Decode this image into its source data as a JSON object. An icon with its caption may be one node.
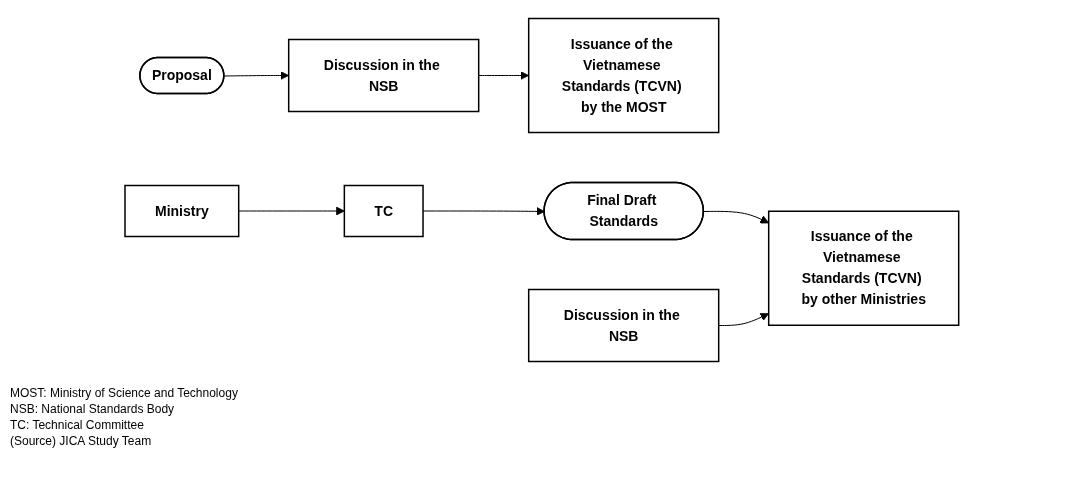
{
  "diagram": {
    "caption": "(Source) JICA Study Team",
    "nodes": [
      {
        "text": [
          "Proposal"
        ]
      },
      {
        "text": [
          "Discussion in the NSB"
        ]
      },
      {
        "text": [
          "Issuance of the Vietnamese Standards (TCVN) by the MOST"
        ]
      },
      {
        "text": [
          "Ministry"
        ]
      },
      {
        "text": [
          "TC"
        ]
      },
      {
        "text": [
          "Final Draft Standards"
        ]
      },
      {
        "text": [
          "Issuance of the Vietnamese Standards (TCVN) by other Ministries"
        ]
      },
      {
        "text": [
          "Discussion in the NSB"
        ]
      }
    ],
    "edges": [
      {
        "from": 0,
        "to": 1,
        "arrow": "to"
      },
      {
        "from": 1,
        "to": 2,
        "arrow": "to"
      },
      {
        "from": 3,
        "to": 4,
        "arrow": "to"
      },
      {
        "from": 4,
        "to": 5,
        "arrow": "to"
      },
      {
        "from": 5,
        "to": 6,
        "arrow": "to"
      },
      {
        "from": 7,
        "to": 6,
        "arrow": "to"
      }
    ],
    "labels": [
      "MOST: Ministry of Science and Technology",
      "NSB: National Standards Body",
      "TC: Technical Committee"
    ]
  }
}
